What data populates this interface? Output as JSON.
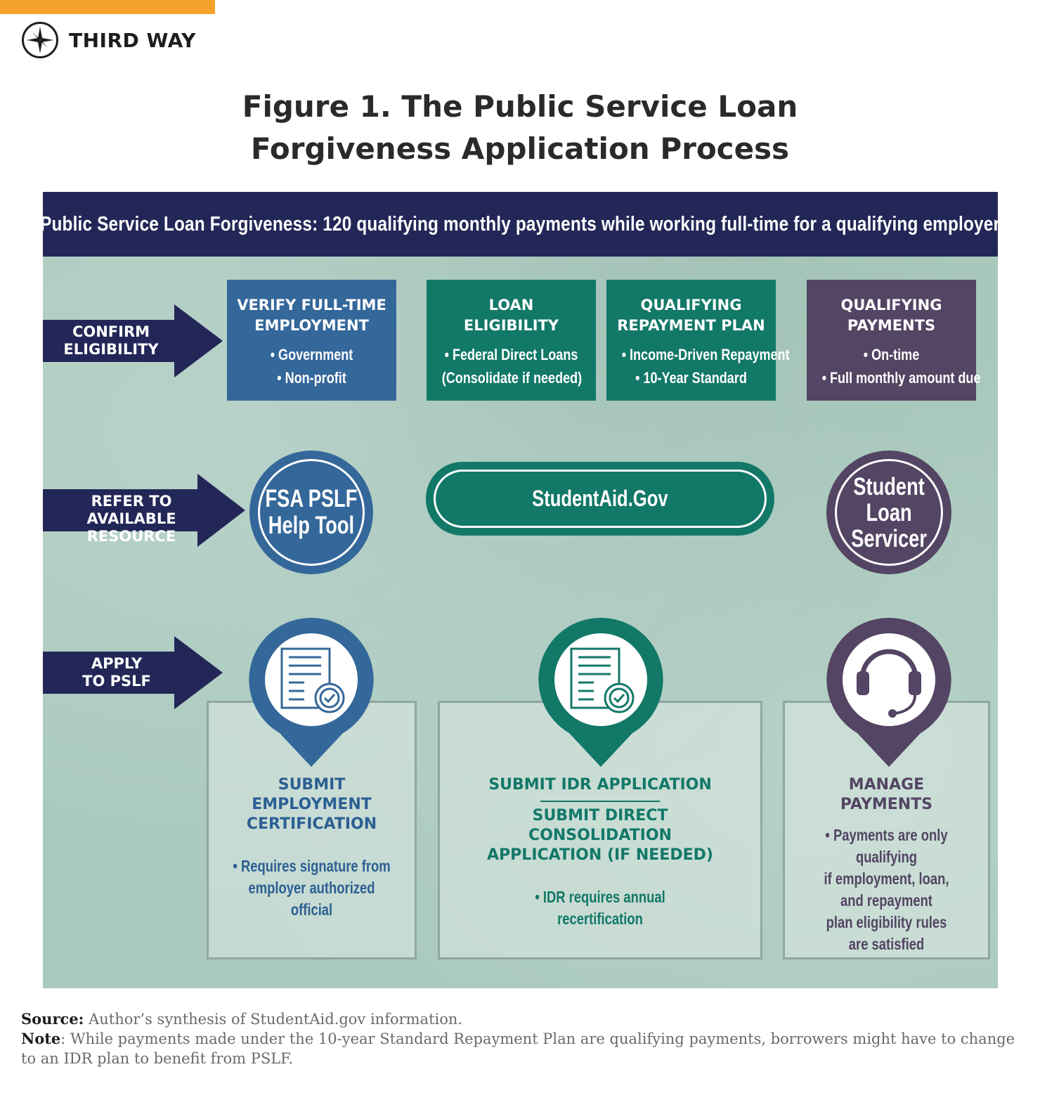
{
  "colors": {
    "accent_orange": "#f5a32a",
    "navy": "#232757",
    "blue": "#34679a",
    "teal": "#127868",
    "purple": "#534563",
    "panel_bg": "#a9c9bd"
  },
  "logo": {
    "text": "THIRD WAY",
    "icon": "compass-icon"
  },
  "title": {
    "line1": "Figure 1. The Public Service Loan",
    "line2": "Forgiveness Application Process"
  },
  "banner": "Public Service Loan Forgiveness: 120 qualifying monthly payments while working full-time for a qualifying employer",
  "rows": {
    "confirm": "CONFIRM\nELIGIBILITY",
    "refer": "REFER TO AVAILABLE\nRESOURCE",
    "apply": "APPLY\nTO PSLF"
  },
  "boxes": [
    {
      "title": "VERIFY FULL-TIME\nEMPLOYMENT",
      "bullets": [
        "• Government",
        "• Non-profit"
      ]
    },
    {
      "title": "LOAN\nELIGIBILITY",
      "bullets": [
        "• Federal Direct Loans",
        "(Consolidate if needed)"
      ]
    },
    {
      "title": "QUALIFYING\nREPAYMENT PLAN",
      "bullets": [
        "• Income-Driven Repayment",
        "• 10-Year Standard"
      ]
    },
    {
      "title": "QUALIFYING\nPAYMENTS",
      "bullets": [
        "• On-time",
        "• Full monthly amount due"
      ]
    }
  ],
  "resources": {
    "fsa": "FSA PSLF\nHelp Tool",
    "studentaid": "StudentAid.Gov",
    "servicer": "Student\nLoan\nServicer"
  },
  "steps": [
    {
      "icon": "document-check-icon",
      "title": "SUBMIT\nEMPLOYMENT\nCERTIFICATION",
      "detail": "• Requires signature from\nemployer authorized official"
    },
    {
      "icon": "document-check-icon",
      "title": "SUBMIT IDR APPLICATION",
      "title2": "SUBMIT DIRECT\nCONSOLIDATION\nAPPLICATION (IF NEEDED)",
      "detail": "• IDR requires annual\nrecertification"
    },
    {
      "icon": "headset-icon",
      "title": "MANAGE\nPAYMENTS",
      "detail": "• Payments are only qualifying\nif employment, loan,\nand repayment\nplan eligibility rules\nare satisfied"
    }
  ],
  "footer": {
    "source_label": "Source:",
    "source_text": " Author’s synthesis of StudentAid.gov information.",
    "note_label": "Note",
    "note_text": ": While payments made under the 10-year Standard Repayment Plan are qualifying payments, borrowers might have to change to an IDR plan to benefit from PSLF."
  }
}
